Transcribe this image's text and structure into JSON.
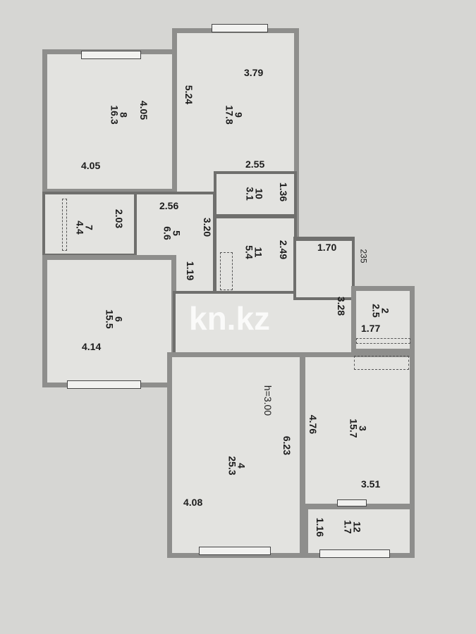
{
  "watermark": "kn.kz",
  "ceiling_height": "h=3.00",
  "rooms": {
    "r8": {
      "number": "8",
      "area": "16.3",
      "dims": [
        "4.05",
        "4.05"
      ]
    },
    "r9": {
      "number": "9",
      "area": "17.8",
      "dims": [
        "3.79",
        "5.24",
        "2.55"
      ]
    },
    "r10": {
      "number": "10",
      "area": "3.1",
      "dims": [
        "1.36"
      ]
    },
    "r11": {
      "number": "11",
      "area": "5.4",
      "dims": [
        "2.49"
      ]
    },
    "r7": {
      "number": "7",
      "area": "4.4",
      "dims": [
        "2.03"
      ]
    },
    "r5": {
      "number": "5",
      "area": "6.6",
      "dims": [
        "2.56",
        "3.20",
        "1.19"
      ]
    },
    "r6": {
      "number": "6",
      "area": "15.5",
      "dims": [
        "4.14"
      ]
    },
    "corridor": {
      "dims": [
        "3.28",
        "1.70",
        "235"
      ]
    },
    "r2": {
      "number": "2",
      "area": "2.5",
      "dims": [
        "1.77"
      ]
    },
    "r4": {
      "number": "4",
      "area": "25.3",
      "dims": [
        "6.23",
        "4.08"
      ]
    },
    "r3": {
      "number": "3",
      "area": "15.7",
      "dims": [
        "4.76",
        "3.51"
      ]
    },
    "r12": {
      "number": "12",
      "area": "1.7",
      "dims": [
        "1.16"
      ]
    }
  }
}
